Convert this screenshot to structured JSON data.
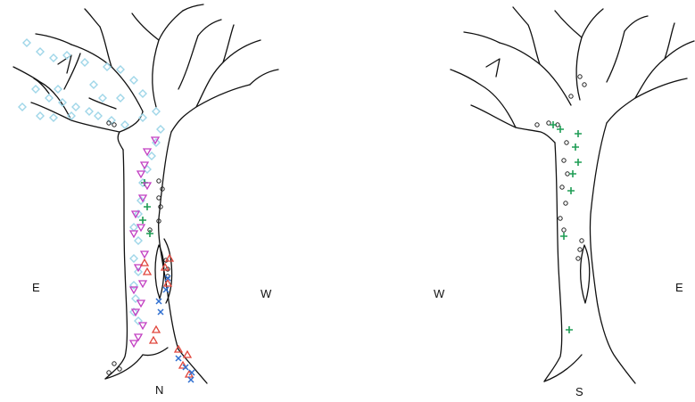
{
  "left_tree": {
    "labels": {
      "left": "E",
      "right": "W",
      "bottom": "N"
    }
  },
  "right_tree": {
    "labels": {
      "left": "W",
      "right": "E",
      "bottom": "S"
    }
  },
  "colors": {
    "outline": "#111111",
    "diamond": "#9fd6e8",
    "circle": "#222222",
    "plus": "#1f9d55",
    "triangle_down": "#c23fc2",
    "triangle_up": "#e0463c",
    "cross": "#2f6fd0"
  },
  "marker_types": [
    "diamond",
    "circle",
    "plus",
    "triangle-down",
    "triangle-up",
    "cross"
  ]
}
